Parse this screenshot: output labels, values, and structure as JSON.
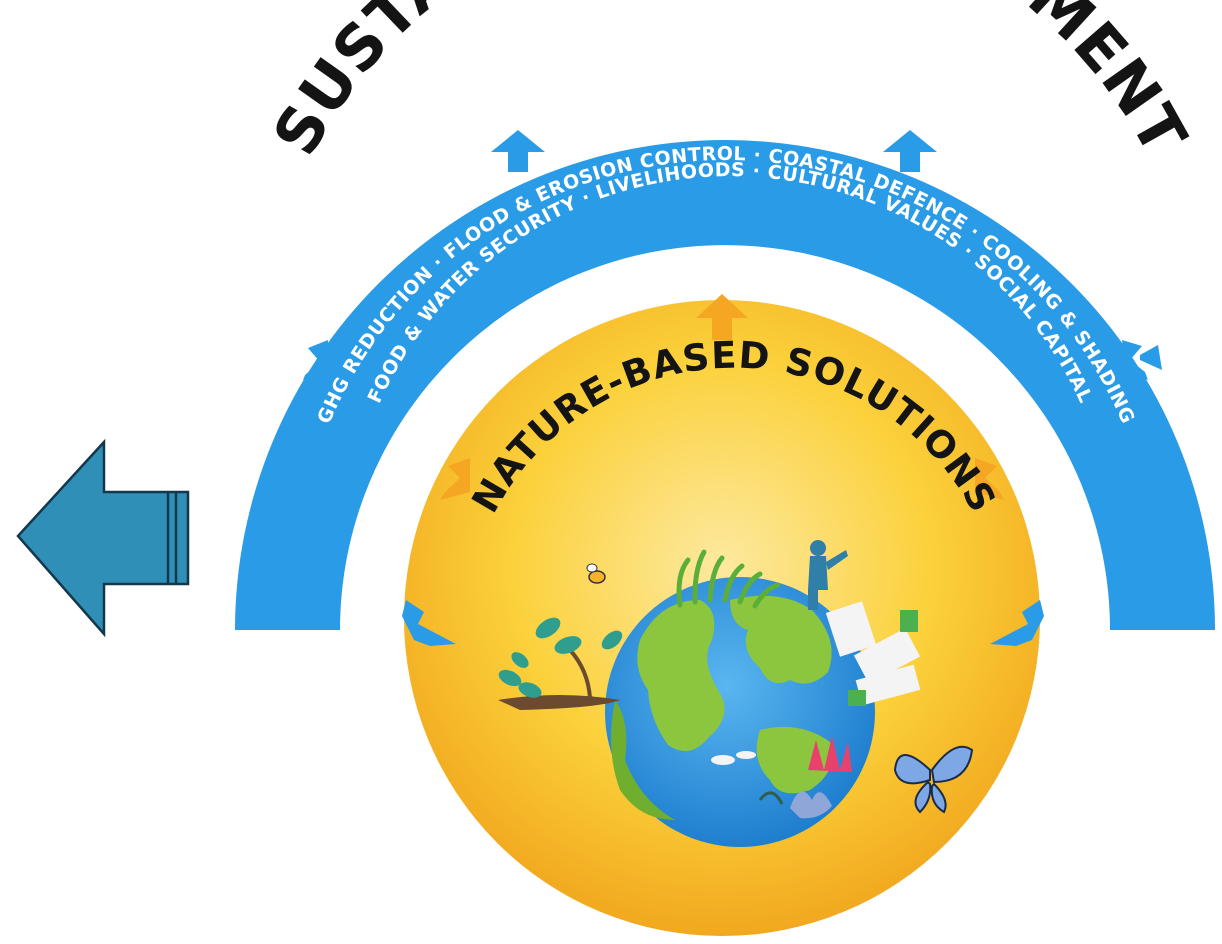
{
  "diagram": {
    "title": "SUSTAINABLE DEVELOPMENT",
    "outer_ring_line_1": "GHG REDUCTION · FLOOD & EROSION CONTROL · COASTAL DEFENCE · COOLING & SHADING",
    "outer_ring_line_2": "FOOD & WATER SECURITY · LIVELIHOODS · CULTURAL VALUES · SOCIAL CAPITAL",
    "core_label": "NATURE-BASED SOLUTIONS"
  },
  "navigation": {
    "back_arrow_icon": "left-arrow-icon"
  },
  "colors": {
    "blue": "#2a9be6",
    "yellow": "#f9c52b",
    "yellow_dark": "#f2a81d",
    "orange_arrow": "#f5a623",
    "nav_arrow_fill": "#2f8fb6",
    "nav_arrow_stroke": "#13384d",
    "text_dark": "#141414",
    "text_light": "#ffffff"
  }
}
